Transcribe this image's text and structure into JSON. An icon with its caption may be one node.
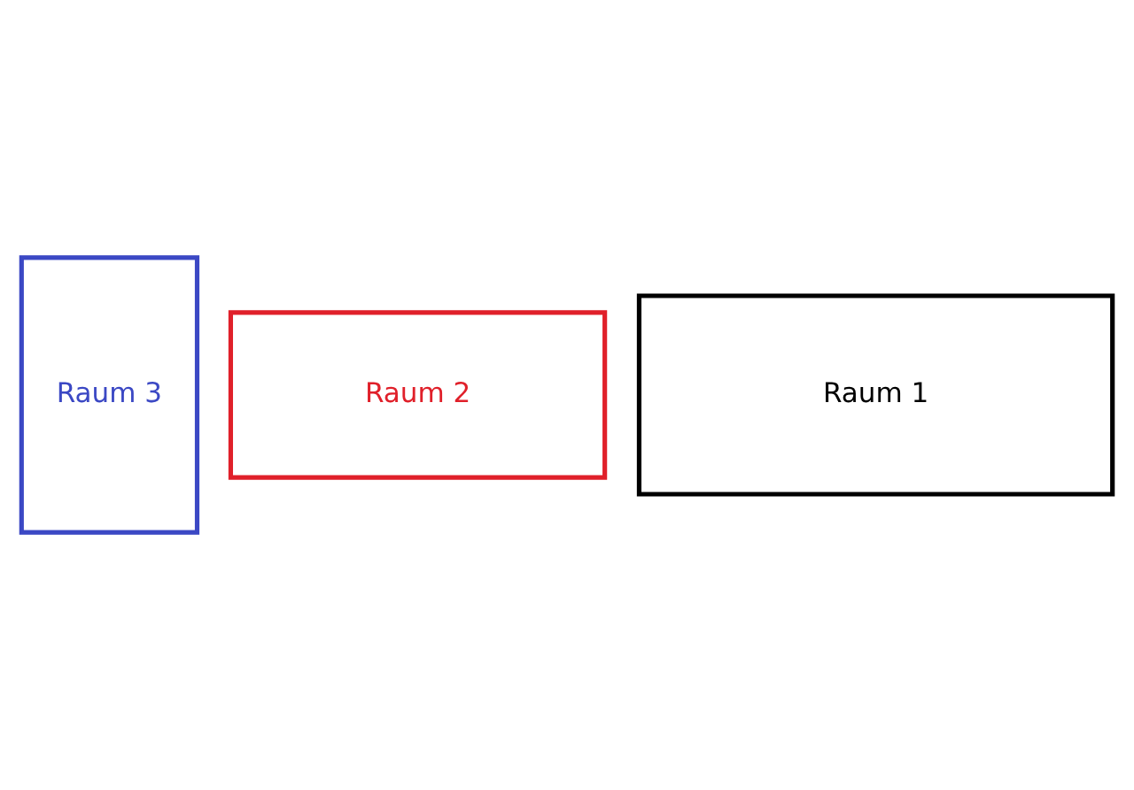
{
  "diagram": {
    "nodes": [
      {
        "text": [
          "Raum 3"
        ]
      },
      {
        "text": [
          "Raum 2"
        ]
      },
      {
        "text": [
          "Raum 1"
        ]
      }
    ]
  }
}
